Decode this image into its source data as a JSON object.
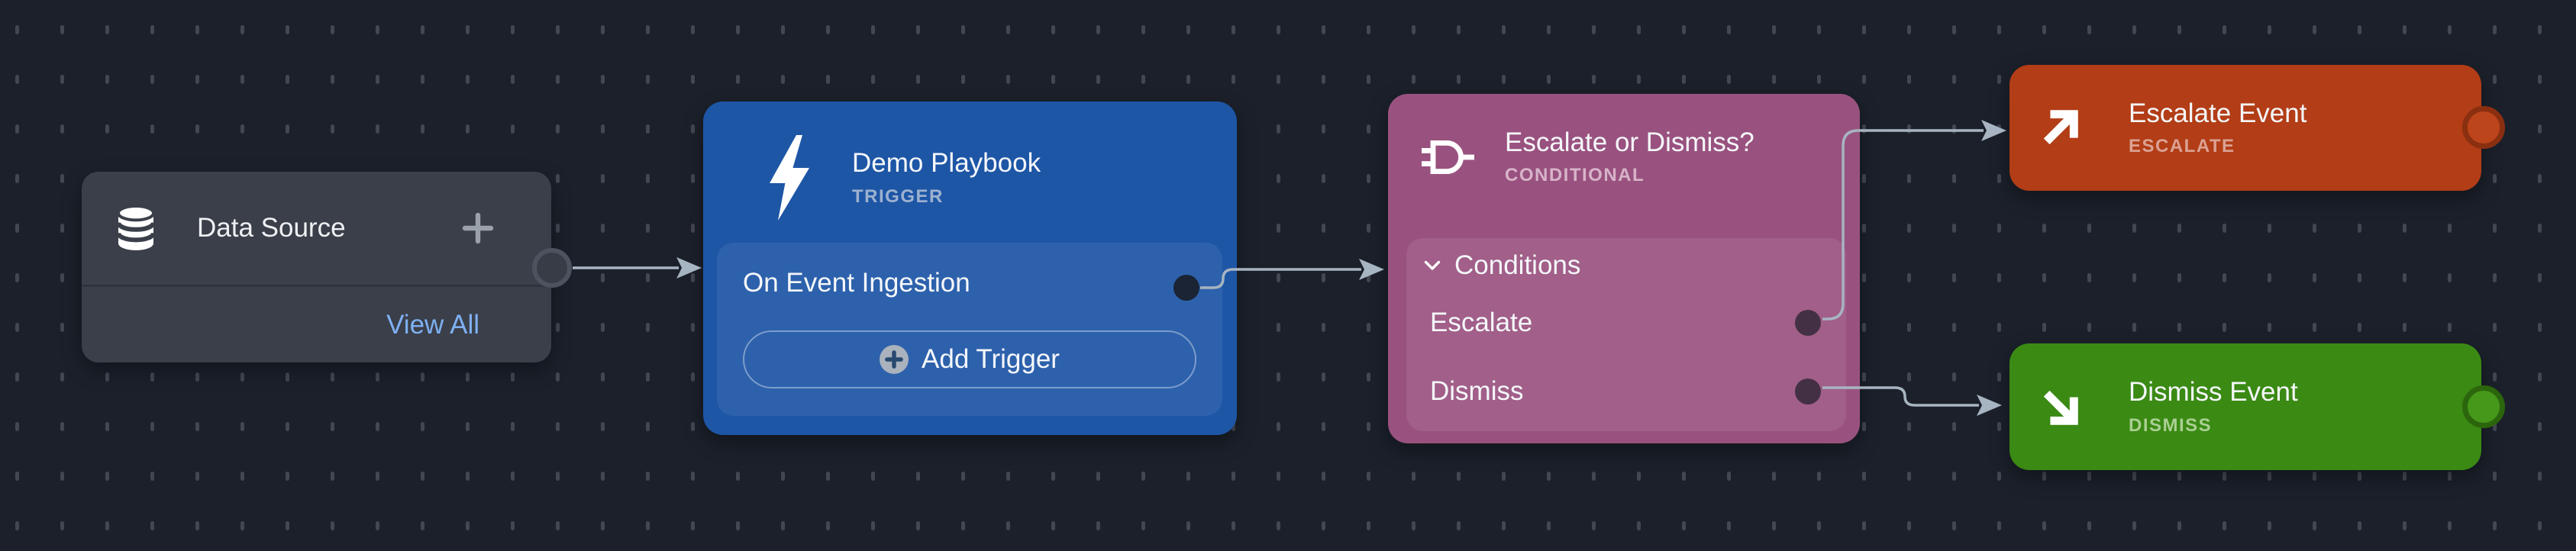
{
  "canvas": {
    "background_color": "#1b202a",
    "grid_dash_color": "#4a4f59",
    "edge_color": "#a7b4c1"
  },
  "nodes": {
    "data_source": {
      "title": "Data Source",
      "icon": "database-icon",
      "view_all_label": "View All",
      "view_all_color": "#7fb0f2",
      "body_color": "#3a3f49"
    },
    "playbook": {
      "title": "Demo Playbook",
      "type_label": "TRIGGER",
      "icon": "lightning-bolt-icon",
      "trigger_row_label": "On Event Ingestion",
      "add_trigger_label": "Add Trigger",
      "body_color": "#1e56a6",
      "type_label_color": "#9db1cf"
    },
    "conditional": {
      "title": "Escalate or Dismiss?",
      "type_label": "CONDITIONAL",
      "icon": "logic-gate-icon",
      "conditions_label": "Conditions",
      "branches": [
        {
          "label": "Escalate"
        },
        {
          "label": "Dismiss"
        }
      ],
      "body_color": "#99527f",
      "type_label_color": "#d7b3c9"
    },
    "escalate_event": {
      "title": "Escalate Event",
      "type_label": "ESCALATE",
      "icon": "arrow-up-right-icon",
      "body_color": "#b23d16",
      "type_label_color": "#dba294"
    },
    "dismiss_event": {
      "title": "Dismiss Event",
      "type_label": "DISMISS",
      "icon": "arrow-down-right-icon",
      "body_color": "#3a8a14",
      "type_label_color": "#aacf92"
    }
  },
  "edges": [
    {
      "from": "data-source-output",
      "to": "playbook"
    },
    {
      "from": "on-event-ingestion-output",
      "to": "conditional"
    },
    {
      "from": "escalate-branch-output",
      "to": "escalate-event"
    },
    {
      "from": "dismiss-branch-output",
      "to": "dismiss-event"
    }
  ]
}
